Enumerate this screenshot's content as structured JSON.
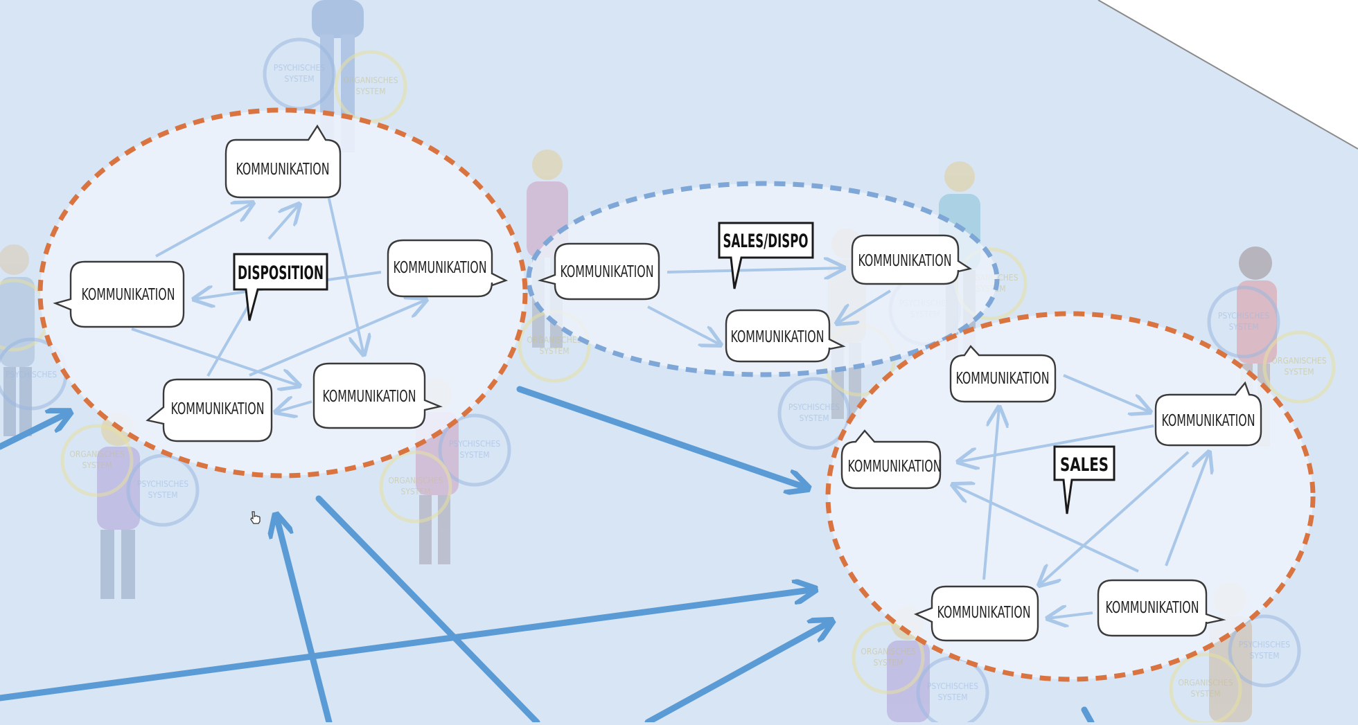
{
  "colors": {
    "background": "#d7e5f4",
    "orange_dashed": "#d9733f",
    "blue_dashed": "#7ea6d6",
    "big_arrow": "#5b9bd5",
    "thin_arrow": "#a9c7e8",
    "bubble_border": "#3a3a3a"
  },
  "labels": {
    "kommunikation": "KOMMUNIKATION",
    "disposition": "DISPOSITION",
    "sales_dispo": "SALES/DISPO",
    "sales": "SALES",
    "psychisches_system": "PSYCHISCHES SYSTEM",
    "organisches_system": "ORGANISCHES SYSTEM"
  },
  "bubbles": [
    {
      "id": "k1",
      "text": "KOMMUNIKATION"
    },
    {
      "id": "k2",
      "text": "KOMMUNIKATION"
    },
    {
      "id": "k3",
      "text": "KOMMUNIKATION"
    },
    {
      "id": "k4",
      "text": "KOMMUNIKATION"
    },
    {
      "id": "k5",
      "text": "KOMMUNIKATION"
    },
    {
      "id": "k6",
      "text": "KOMMUNIKATION"
    },
    {
      "id": "k7",
      "text": "KOMMUNIKATION"
    },
    {
      "id": "k8",
      "text": "KOMMUNIKATION"
    },
    {
      "id": "k9",
      "text": "KOMMUNIKATION"
    },
    {
      "id": "k10",
      "text": "KOMMUNIKATION"
    },
    {
      "id": "k11",
      "text": "KOMMUNIKATION"
    },
    {
      "id": "k12",
      "text": "KOMMUNIKATION"
    },
    {
      "id": "k13",
      "text": "KOMMUNIKATION"
    }
  ],
  "tags": [
    {
      "id": "disposition",
      "text": "DISPOSITION"
    },
    {
      "id": "sales_dispo",
      "text": "SALES/DISPO"
    },
    {
      "id": "sales",
      "text": "SALES"
    }
  ]
}
